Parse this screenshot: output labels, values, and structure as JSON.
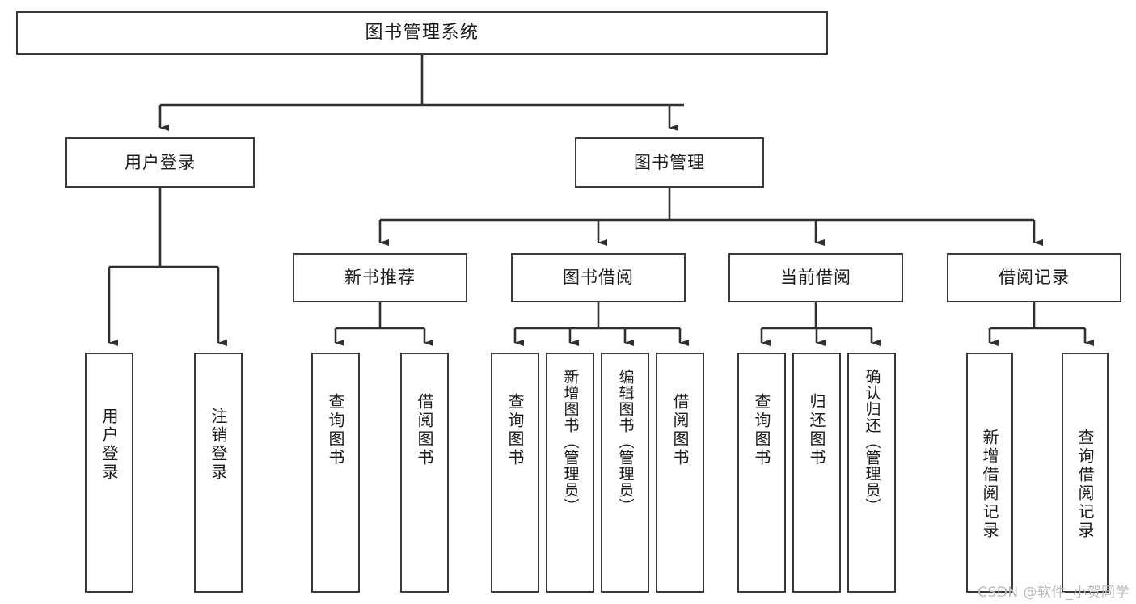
{
  "diagram": {
    "title": "图书管理系统",
    "watermark": "CSDN @软件_小贺同学",
    "colors": {
      "stroke": "#3a3a3a",
      "fill": "#ffffff",
      "text": "#1b1b1b",
      "watermark": "#b9b9b9"
    },
    "nodes": {
      "root": "图书管理系统",
      "level2": {
        "user_login": "用户登录",
        "book_manage": "图书管理"
      },
      "level3": {
        "new_book_rec": "新书推荐",
        "book_borrow": "图书借阅",
        "current_borrow": "当前借阅",
        "borrow_record": "借阅记录"
      },
      "leaves": {
        "user_login_1": "用户登录",
        "user_login_2": "注销登录",
        "new_book_rec_1": "查询图书",
        "new_book_rec_2": "借阅图书",
        "book_borrow_1": "查询图书",
        "book_borrow_2": "新增图书（管理员）",
        "book_borrow_3": "编辑图书（管理员）",
        "book_borrow_4": "借阅图书",
        "current_borrow_1": "查询图书",
        "current_borrow_2": "归还图书",
        "current_borrow_3": "确认归还（管理员）",
        "borrow_record_1": "新增借阅记录",
        "borrow_record_2": "查询借阅记录"
      }
    }
  },
  "chart_data": {
    "type": "diagram",
    "subtype": "tree",
    "orientation": "top-down",
    "title": "图书管理系统",
    "levels": 4,
    "edge_style": "orthogonal-with-arrowheads",
    "tree": {
      "label": "图书管理系统",
      "children": [
        {
          "label": "用户登录",
          "children": [
            {
              "label": "用户登录",
              "children": []
            },
            {
              "label": "注销登录",
              "children": []
            }
          ]
        },
        {
          "label": "图书管理",
          "children": [
            {
              "label": "新书推荐",
              "children": [
                {
                  "label": "查询图书",
                  "children": []
                },
                {
                  "label": "借阅图书",
                  "children": []
                }
              ]
            },
            {
              "label": "图书借阅",
              "children": [
                {
                  "label": "查询图书",
                  "children": []
                },
                {
                  "label": "新增图书（管理员）",
                  "children": []
                },
                {
                  "label": "编辑图书（管理员）",
                  "children": []
                },
                {
                  "label": "借阅图书",
                  "children": []
                }
              ]
            },
            {
              "label": "当前借阅",
              "children": [
                {
                  "label": "查询图书",
                  "children": []
                },
                {
                  "label": "归还图书",
                  "children": []
                },
                {
                  "label": "确认归还（管理员）",
                  "children": []
                }
              ]
            },
            {
              "label": "借阅记录",
              "children": [
                {
                  "label": "新增借阅记录",
                  "children": []
                },
                {
                  "label": "查询借阅记录",
                  "children": []
                }
              ]
            }
          ]
        }
      ]
    }
  }
}
